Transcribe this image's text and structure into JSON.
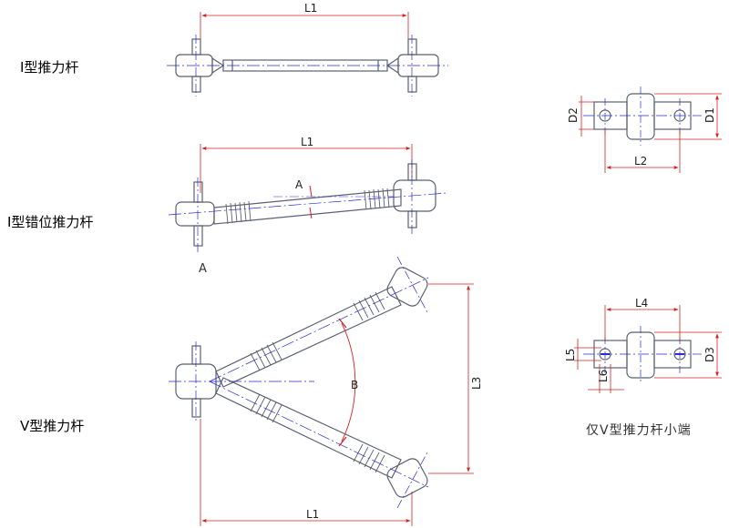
{
  "labels": {
    "i_rod": "I型推力杆",
    "i_offset_rod": "I型错位推力杆",
    "v_rod": "V型推力杆",
    "v_small_end": "仅V型推力杆小端",
    "view_a": "A"
  },
  "dimensions": {
    "L1": "L1",
    "L2": "L2",
    "L3": "L3",
    "L4": "L4",
    "L5": "L5",
    "L6": "L6",
    "D1": "D1",
    "D2": "D2",
    "D3": "D3",
    "A": "A",
    "B": "B"
  },
  "colors": {
    "outline": "#5a6172",
    "dimension": "#d42020",
    "centerline": "#2a2ad0",
    "text": "#000000"
  }
}
